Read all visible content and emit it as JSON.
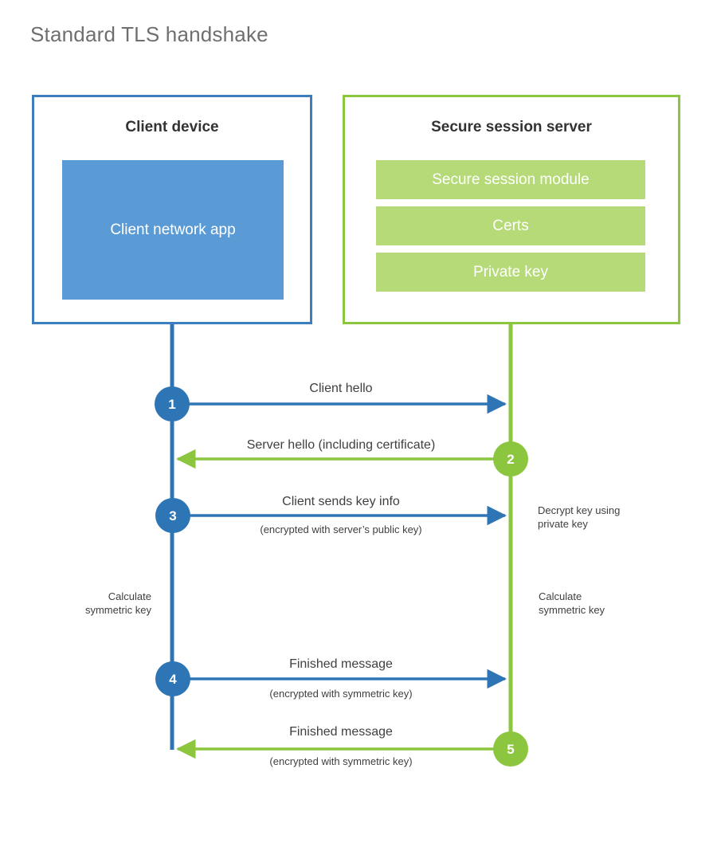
{
  "title": "Standard TLS handshake",
  "colors": {
    "client_border": "#3d7ec0",
    "client_fill": "#5b9bd5",
    "server_border": "#8cc63f",
    "server_fill": "#b6da77",
    "client_line": "#2e75b6",
    "server_line": "#8cc63f",
    "title_text": "#6f6f6f",
    "body_text": "#3f3f3f",
    "heading_text": "#333333",
    "background": "#ffffff"
  },
  "client": {
    "title": "Client device",
    "app_label": "Client network app"
  },
  "server": {
    "title": "Secure session server",
    "components": [
      {
        "label": "Secure session module"
      },
      {
        "label": "Certs"
      },
      {
        "label": "Private key"
      }
    ]
  },
  "flow": {
    "steps": [
      {
        "number": "1",
        "label": "Client hello",
        "sublabel": "",
        "direction": "client-to-server",
        "side": "client"
      },
      {
        "number": "2",
        "label": "Server hello (including certificate)",
        "sublabel": "",
        "direction": "server-to-client",
        "side": "server"
      },
      {
        "number": "3",
        "label": "Client sends key info",
        "sublabel": "(encrypted with server’s public key)",
        "direction": "client-to-server",
        "side": "client"
      },
      {
        "number": "4",
        "label": "Finished message",
        "sublabel": "(encrypted with symmetric key)",
        "direction": "client-to-server",
        "side": "client"
      },
      {
        "number": "5",
        "label": "Finished message",
        "sublabel": "(encrypted with symmetric key)",
        "direction": "server-to-client",
        "side": "server"
      }
    ],
    "annotations": [
      {
        "text": "Decrypt key using\nprivate key",
        "side": "right"
      },
      {
        "text": "Calculate\nsymmetric key",
        "side": "left"
      },
      {
        "text": "Calculate\nsymmetric key",
        "side": "right"
      }
    ]
  }
}
